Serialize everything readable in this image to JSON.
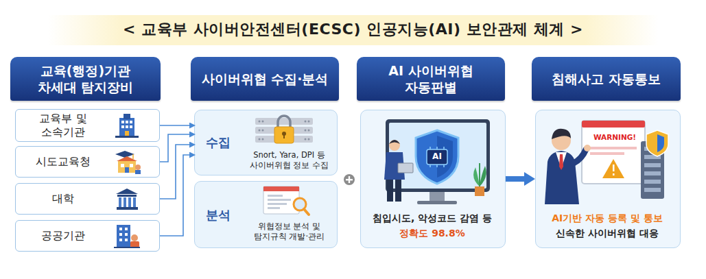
{
  "diagram": {
    "title": "< 교육부 사이버안전센터(ECSC) 인공지능(AI) 보안관제 체계 >",
    "nodes": [
      {
        "text": [
          "교육(행정)기관 차세대 탐지장비"
        ]
      },
      {
        "text": [
          "교육부 및 소속기관"
        ]
      },
      {
        "text": [
          "시도교육청"
        ]
      },
      {
        "text": [
          "대학"
        ]
      },
      {
        "text": [
          "공공기관"
        ]
      },
      {
        "text": [
          "사이버위협 수집·분석"
        ]
      },
      {
        "text": [
          "수집",
          "Snort, Yara, DPI 등 사이버위협 정보 수집"
        ]
      },
      {
        "text": [
          "분석",
          "위협정보 분석 및 탐지규칙 개발·관리"
        ]
      },
      {
        "text": [
          "AI 사이버위협 자동판별"
        ]
      },
      {
        "text": [
          "침입시도, 악성코드 감염 등",
          "정확도 98.8%"
        ]
      },
      {
        "text": [
          "침해사고 자동통보"
        ]
      },
      {
        "text": [
          "AI기반 자동 등록 및 통보",
          "신속한 사이버위협 대응"
        ]
      }
    ],
    "edges": [
      {
        "from": 1,
        "to": 6,
        "arrow": "to"
      },
      {
        "from": 2,
        "to": 6,
        "arrow": "to"
      },
      {
        "from": 3,
        "to": 6,
        "arrow": "to"
      },
      {
        "from": 4,
        "to": 6,
        "arrow": "to"
      },
      {
        "from": 9,
        "to": 11,
        "arrow": "to"
      }
    ],
    "labels": [
      "AI",
      "WARNING!"
    ]
  }
}
